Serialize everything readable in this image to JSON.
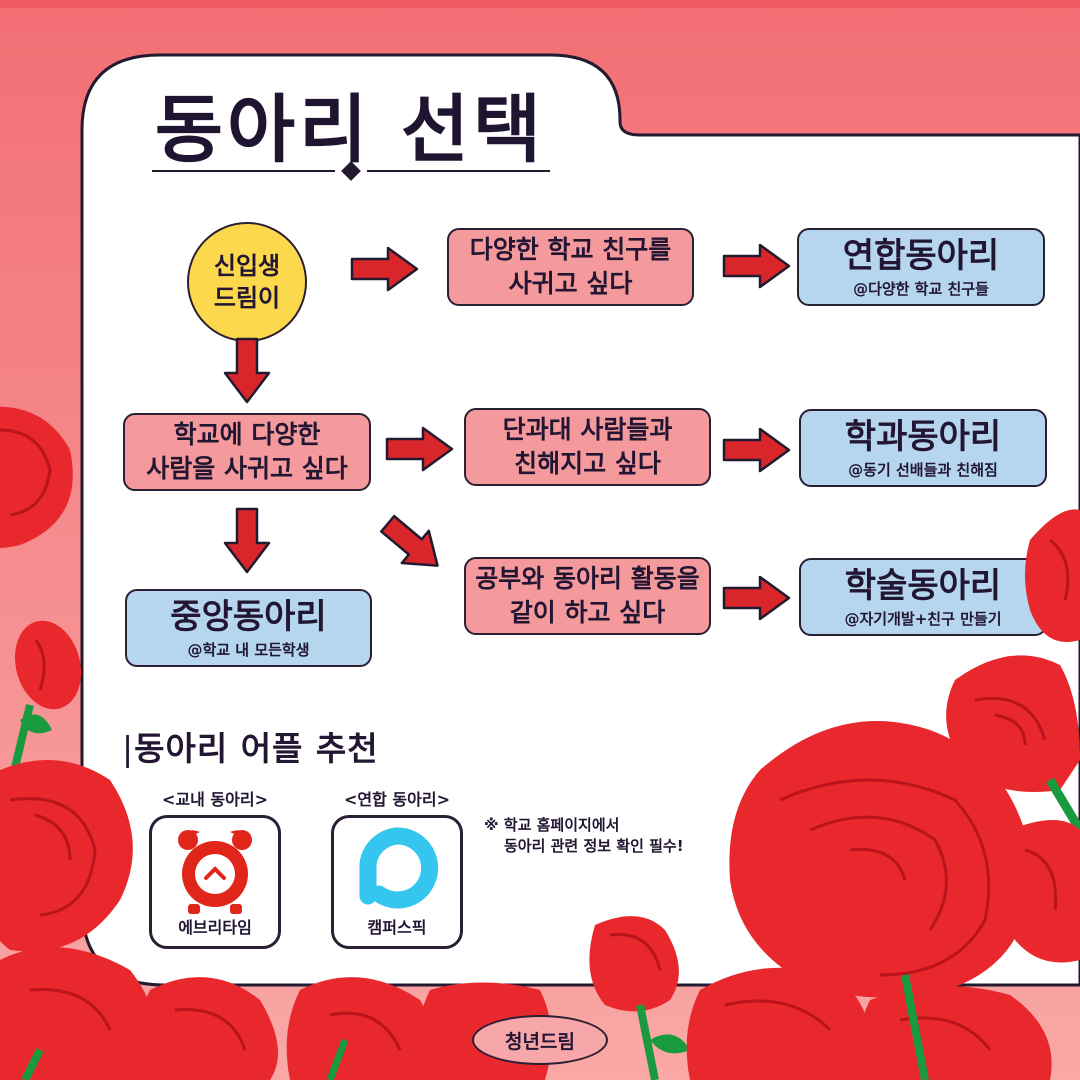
{
  "title": "동아리 선택",
  "start_node": {
    "line1": "신입생",
    "line2": "드림이"
  },
  "nodes": {
    "friends_motive": {
      "line1": "다양한 학교 친구를",
      "line2": "사귀고 싶다"
    },
    "people_motive": {
      "line1": "학교에 다양한",
      "line2": "사람을 사귀고 싶다"
    },
    "college_motive": {
      "line1": "단과대 사람들과",
      "line2": "친해지고 싶다"
    },
    "study_motive": {
      "line1": "공부와 동아리 활동을",
      "line2": "같이 하고 싶다"
    }
  },
  "results": {
    "union": {
      "name": "연합동아리",
      "desc": "@다양한 학교 친구들"
    },
    "dept": {
      "name": "학과동아리",
      "desc": "@동기 선배들과 친해짐"
    },
    "academic": {
      "name": "학술동아리",
      "desc": "@자기개발+친구 만들기"
    },
    "central": {
      "name": "중앙동아리",
      "desc": "@학교 내 모든학생"
    }
  },
  "apps_section": {
    "heading": "동아리 어플 추천",
    "apps": [
      {
        "category": "<교내 동아리>",
        "name": "에브리타임",
        "icon": "alarm-clock-icon",
        "color": "#e0261b"
      },
      {
        "category": "<연합 동아리>",
        "name": "캠퍼스픽",
        "icon": "campuspick-icon",
        "color": "#34c6ee"
      }
    ],
    "note_line1": "※ 학교 홈페이지에서",
    "note_line2": "동아리 관련 정보 확인 필수!"
  },
  "credit": "청년드림",
  "colors": {
    "background": "#f48d8f",
    "card": "#ffffff",
    "arrow": "#d9262b",
    "pink_box": "#f59a9c",
    "blue_box": "#b5d6ee",
    "start_circle": "#fcd84c",
    "rose": "#e8282d"
  }
}
